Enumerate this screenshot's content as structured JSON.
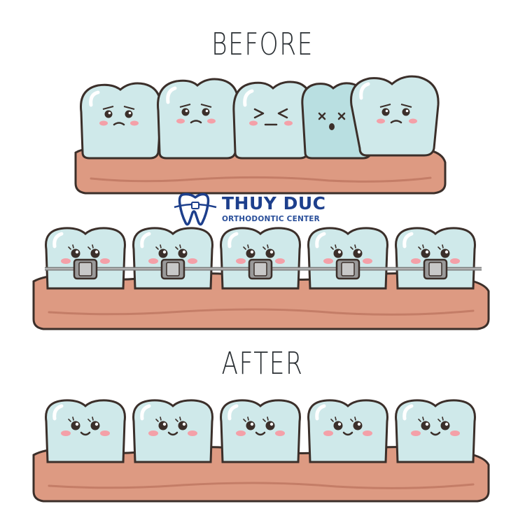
{
  "before_title": "BEFORE",
  "after_title": "AFTER",
  "logo": {
    "name": "THUY DUC",
    "subtitle": "ORTHODONTIC CENTER",
    "icon": "tooth-braces-logo-icon"
  },
  "colors": {
    "tooth": "#cfe9ea",
    "tooth_shade": "#9fd2d4",
    "outline": "#3b2f2a",
    "gum": "#dd9a82",
    "gum_dark": "#c47d67",
    "cheek": "#f4a0a8",
    "bracket": "#a9a9a9",
    "wire": "#7d7d7d",
    "brand_blue": "#1d3f8c"
  },
  "rows": [
    {
      "id": "before",
      "faces": [
        "worried",
        "worried",
        "squint",
        "dizzy",
        "worried"
      ]
    },
    {
      "id": "braces",
      "faces": [
        "neutral",
        "neutral",
        "neutral",
        "neutral",
        "neutral"
      ]
    },
    {
      "id": "after",
      "faces": [
        "smile",
        "smile",
        "smile",
        "smile",
        "smile"
      ]
    }
  ]
}
